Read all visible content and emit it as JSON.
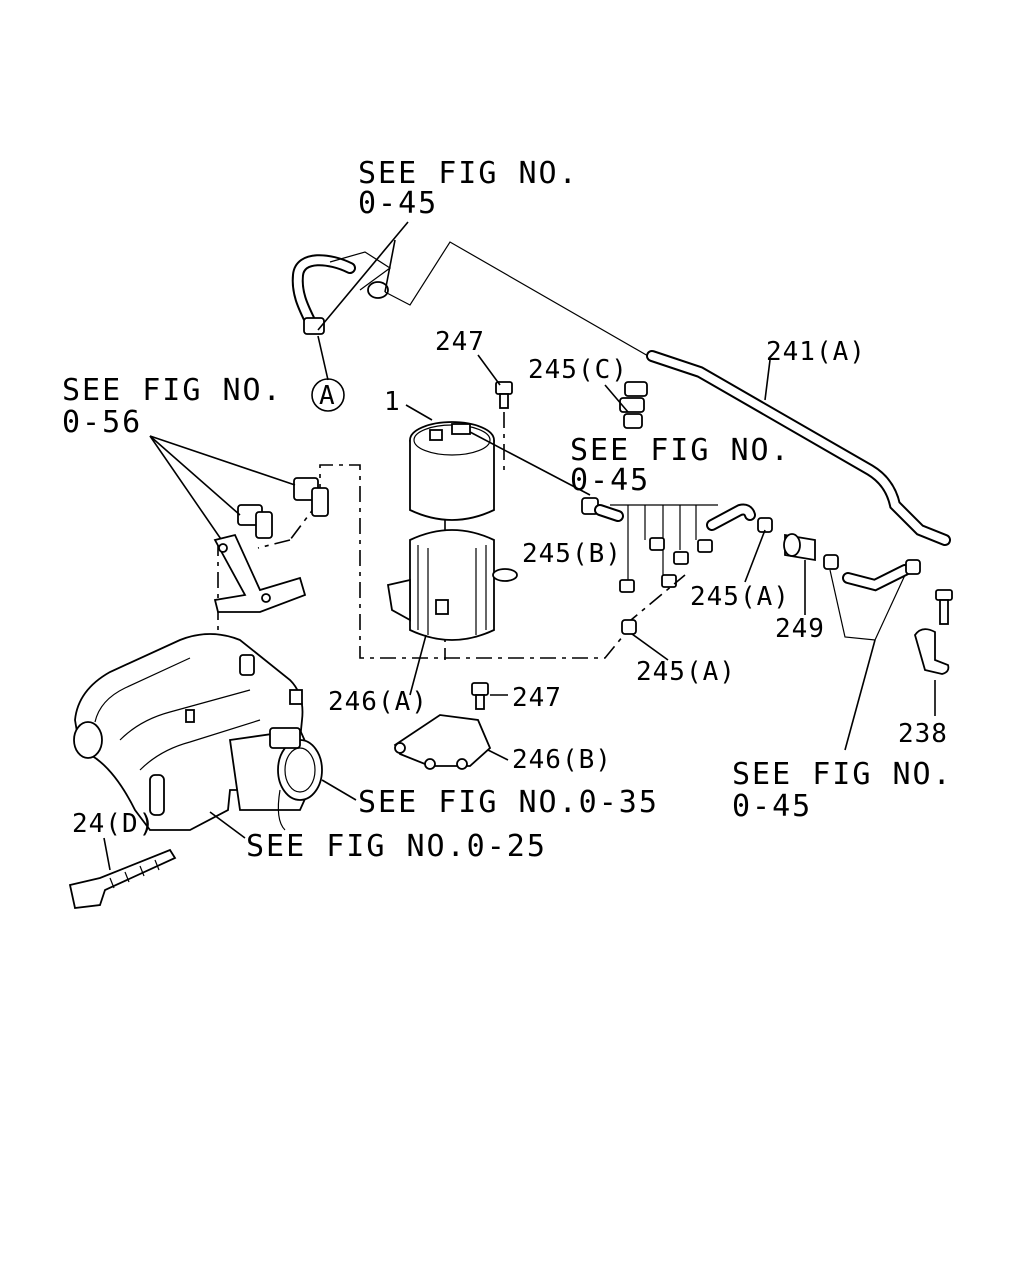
{
  "labels": {
    "see_fig_045_top_line1": "SEE FIG NO.",
    "see_fig_045_top_line2": "0-45",
    "circle_a": "A",
    "see_fig_056_line1": "SEE FIG NO.",
    "see_fig_056_line2": "0-56",
    "part_247_top": "247",
    "part_245c": "245(C)",
    "part_241a": "241(A)",
    "part_1": "1",
    "see_fig_045_mid_line1": "SEE FIG NO.",
    "see_fig_045_mid_line2": "0-45",
    "part_245b": "245(B)",
    "part_245a_right": "245(A)",
    "part_249": "249",
    "part_245a_bottom": "245(A)",
    "part_238": "238",
    "part_246a": "246(A)",
    "part_247_bottom": "247",
    "part_246b": "246(B)",
    "see_fig_045_bottom_line1": "SEE FIG NO.",
    "see_fig_045_bottom_line2": "0-45",
    "see_fig_035": "SEE FIG NO.0-35",
    "see_fig_025": "SEE FIG NO.0-25",
    "part_24d": "24(D)"
  }
}
